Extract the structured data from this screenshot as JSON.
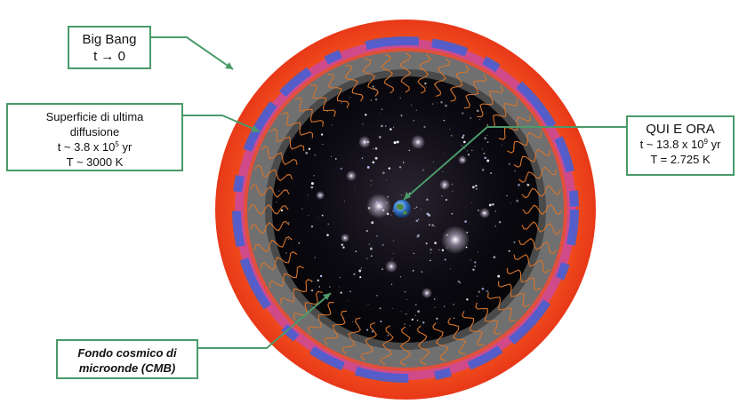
{
  "labels": {
    "big_bang": {
      "title": "Big Bang",
      "time": "t → 0"
    },
    "last_scattering": {
      "title_line1": "Superficie di ultima",
      "title_line2": "diffusione",
      "time_prefix": "t ~ 3.8 x 10",
      "time_exp": "5",
      "time_unit": " yr",
      "temperature": "T ~ 3000 K"
    },
    "here_now": {
      "title": "QUI E ORA",
      "time_prefix": "t ~ 13.8 x 10",
      "time_exp": "9",
      "time_unit": " yr",
      "temperature": "T = 2.725 K"
    },
    "cmb": {
      "line1": "Fondo cosmico di",
      "line2": "microonde (CMB)"
    }
  },
  "colors": {
    "outer_ring": "#f04a1e",
    "cmb_band_blue": "#3a62d8",
    "cmb_band_magenta": "#e04090",
    "gray_ring": "#6a6a6a",
    "space": "#0a0a12",
    "photon_wave": "#d8742a",
    "leader_line": "#4a9a6a"
  },
  "icons": [
    "earth-icon",
    "galaxy-cluster"
  ]
}
